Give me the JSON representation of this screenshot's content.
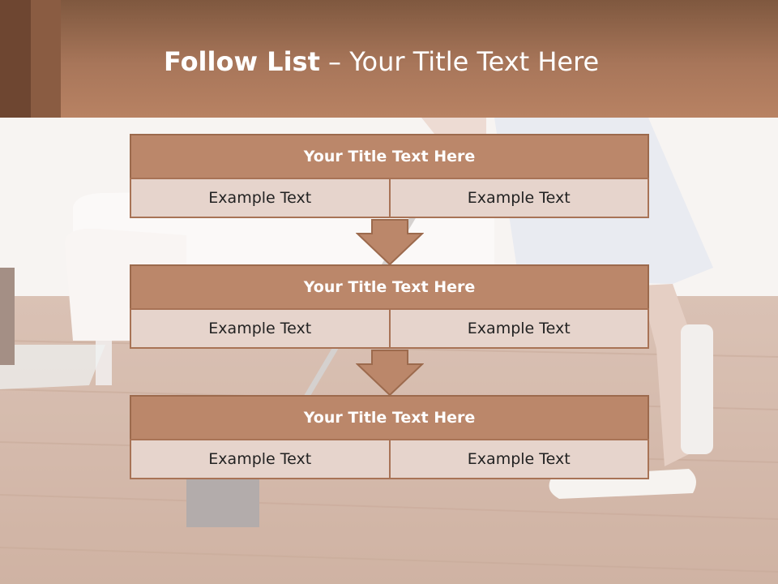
{
  "slide": {
    "title_bold": "Follow List",
    "title_rest": " – Your Title Text Here",
    "blocks": [
      {
        "title": "Your Title Text Here",
        "left": "Example Text",
        "right": "Example Text"
      },
      {
        "title": "Your Title Text Here",
        "left": "Example Text",
        "right": "Example Text"
      },
      {
        "title": "Your Title Text Here",
        "left": "Example Text",
        "right": "Example Text"
      }
    ]
  },
  "colors": {
    "header": "#a8765a",
    "block_title_fill": "#bb876a",
    "cell_fill": "#e6d4cc",
    "arrow_fill": "#bb876a"
  }
}
